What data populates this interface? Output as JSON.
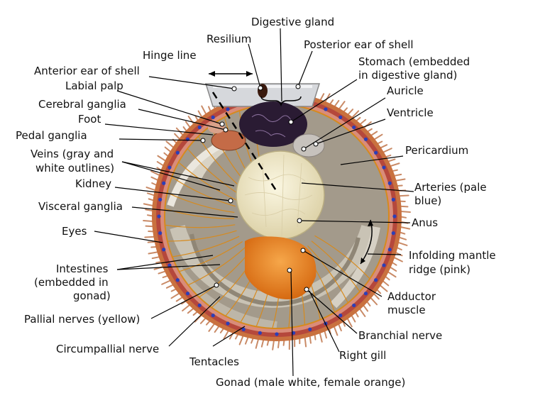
{
  "labels": {
    "digestive_gland": "Digestive gland",
    "resilium": "Resilium",
    "posterior_ear": "Posterior ear of shell",
    "hinge_line": "Hinge line",
    "stomach_1": "Stomach (embedded",
    "stomach_2": "in digestive gland)",
    "anterior_ear": "Anterior ear of shell",
    "auricle": "Auricle",
    "labial_palp": "Labial palp",
    "cerebral_ganglia": "Cerebral ganglia",
    "ventricle": "Ventricle",
    "foot": "Foot",
    "pedal_ganglia": "Pedal ganglia",
    "pericardium": "Pericardium",
    "veins_1": "Veins (gray and",
    "veins_2": "white outlines)",
    "kidney": "Kidney",
    "arteries_1": "Arteries (pale",
    "arteries_2": "blue)",
    "visceral_ganglia": "Visceral ganglia",
    "anus": "Anus",
    "eyes": "Eyes",
    "infolding_1": "Infolding mantle",
    "infolding_2": "ridge (pink)",
    "intestines_1": "Intestines",
    "intestines_2": "(embedded in",
    "intestines_3": "gonad)",
    "adductor_1": "Adductor",
    "adductor_2": "muscle",
    "pallial_nerves": "Pallial nerves (yellow)",
    "branchial_nerve": "Branchial nerve",
    "circumpallial_nerve": "Circumpallial nerve",
    "right_gill": "Right gill",
    "tentacles": "Tentacles",
    "gonad": "Gonad (male white, female orange)"
  },
  "colors": {
    "tentacles": "#c98a66",
    "mantle_edge": "#b5483c",
    "mantle_inner": "#d98c7a",
    "gill": "#b9b3a6",
    "nerve": "#d68a1e",
    "eye": "#2b3fb8",
    "digestive_gland": "#2a1b33",
    "adductor": "#efe8c8",
    "gonad": "#e9821f",
    "shell_ear": "#d6d8dc"
  }
}
